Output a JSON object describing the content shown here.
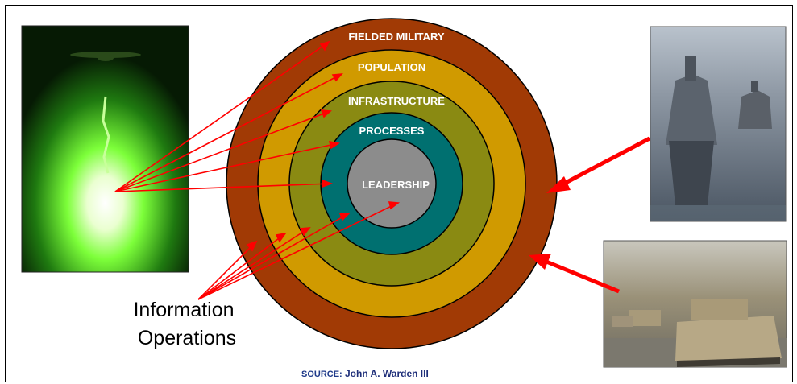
{
  "rings": [
    {
      "label": "FIELDED MILITARY",
      "color": "#a13a05"
    },
    {
      "label": "POPULATION",
      "color": "#d09a00"
    },
    {
      "label": "INFRASTRUCTURE",
      "color": "#8a8a12"
    },
    {
      "label": "PROCESSES",
      "color": "#007070"
    },
    {
      "label": "LEADERSHIP",
      "color": "#8c8c8c"
    }
  ],
  "io_label_line1": "Information",
  "io_label_line2": "Operations",
  "source_prefix": "SOURCE:",
  "source_name": "John A. Warden III",
  "colors": {
    "arrow": "#ff0000",
    "ring_text": "#ffffff",
    "source_prefix": "#1f3a8a",
    "source_name": "#1f2f7a"
  },
  "photos": [
    {
      "name": "night-strike-photo"
    },
    {
      "name": "naval-ships-photo"
    },
    {
      "name": "tank-column-photo"
    }
  ]
}
